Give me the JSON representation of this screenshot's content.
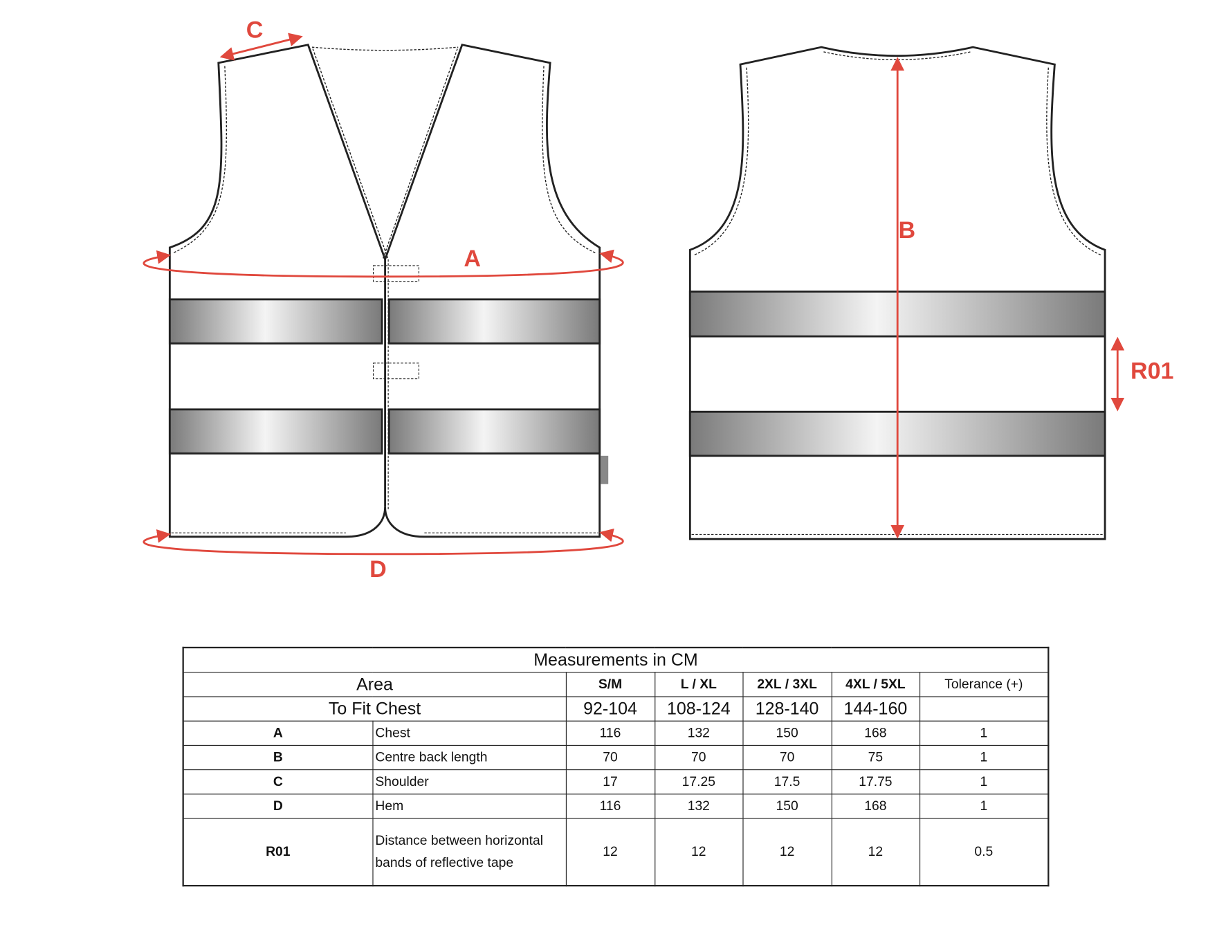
{
  "diagram": {
    "labels": {
      "chest": "A",
      "back_length": "B",
      "shoulder": "C",
      "hem": "D",
      "band_distance": "R01"
    },
    "colors": {
      "measure": "#e0483d",
      "outline": "#222222",
      "tape_dark": "#7a7a7a",
      "tape_light": "#f4f4f4"
    }
  },
  "table": {
    "title": "Measurements in CM",
    "area_label": "Area",
    "fit_label": "To Fit Chest",
    "sizes": [
      "S/M",
      "L / XL",
      "2XL / 3XL",
      "4XL / 5XL"
    ],
    "tolerance_label": "Tolerance (+)",
    "fit_chest": [
      "92-104",
      "108-124",
      "128-140",
      "144-160"
    ],
    "rows": [
      {
        "code": "A",
        "desc": "Chest",
        "values": [
          "116",
          "132",
          "150",
          "168"
        ],
        "tol": "1"
      },
      {
        "code": "B",
        "desc": "Centre back length",
        "values": [
          "70",
          "70",
          "70",
          "75"
        ],
        "tol": "1"
      },
      {
        "code": "C",
        "desc": "Shoulder",
        "values": [
          "17",
          "17.25",
          "17.5",
          "17.75"
        ],
        "tol": "1"
      },
      {
        "code": "D",
        "desc": "Hem",
        "values": [
          "116",
          "132",
          "150",
          "168"
        ],
        "tol": "1"
      },
      {
        "code": "R01",
        "desc": "Distance between horizontal bands of reflective tape",
        "values": [
          "12",
          "12",
          "12",
          "12"
        ],
        "tol": "0.5"
      }
    ]
  }
}
